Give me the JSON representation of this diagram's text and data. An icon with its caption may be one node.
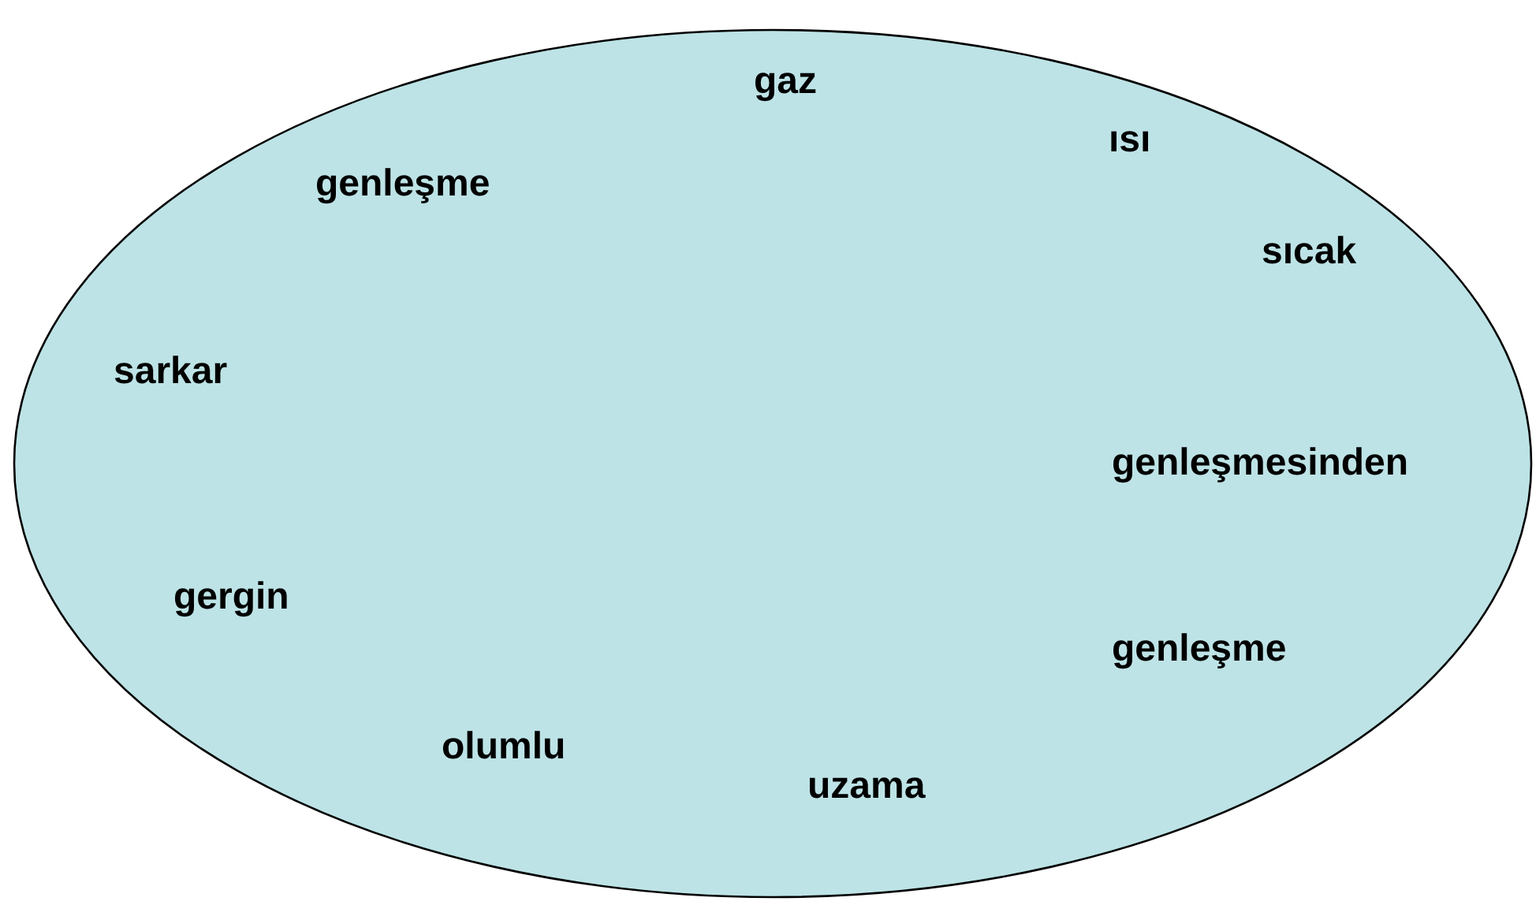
{
  "diagram": {
    "nodes": [
      {
        "text": [
          "gaz",
          "ısı",
          "genleşme",
          "sıcak",
          "sarkar",
          "genleşmesinden",
          "gergin",
          "genleşme",
          "olumlu",
          "uzama"
        ]
      }
    ]
  }
}
